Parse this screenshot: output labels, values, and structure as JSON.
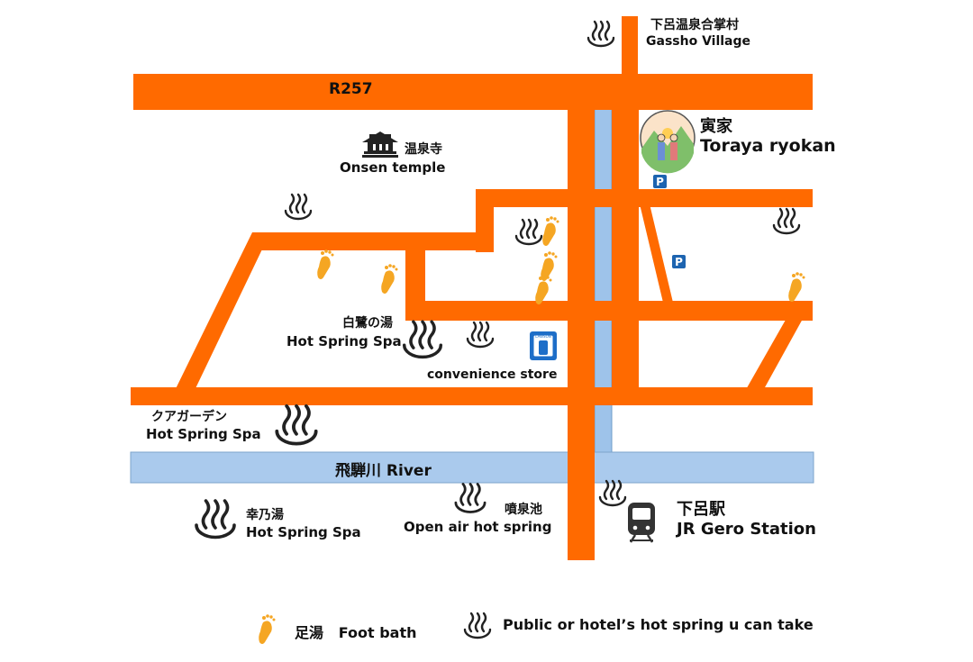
{
  "colors": {
    "road": "#ff6a00",
    "river": "#9ec3ea",
    "parking": "#1d64b0",
    "footbath": "#f5a623"
  },
  "road": {
    "name": "R257"
  },
  "river": {
    "name": "飛騨川 River"
  },
  "places": {
    "gassho": {
      "jp": "下呂温泉合掌村",
      "en": "Gassho Village",
      "icon": "hot-spring-icon"
    },
    "toraya": {
      "jp": "寅家",
      "en": "Toraya ryokan",
      "icon": "ryokan-logo-icon"
    },
    "temple": {
      "jp": "温泉寺",
      "en": "Onsen temple",
      "icon": "temple-icon"
    },
    "shirasagi": {
      "jp": "白鷺の湯",
      "en": "Hot Spring Spa",
      "icon": "hot-spring-icon"
    },
    "kurgarden": {
      "jp": "クアガーデン",
      "en": "Hot Spring Spa",
      "icon": "hot-spring-icon"
    },
    "convenience": {
      "en": "convenience store",
      "icon": "lawson-store-icon",
      "logo_text": "LAWSON"
    },
    "kounoyu": {
      "jp": "幸乃湯",
      "en": "Hot Spring Spa",
      "icon": "hot-spring-icon"
    },
    "funsenchi": {
      "jp": "噴泉池",
      "en": "Open air hot spring",
      "icon": "hot-spring-icon"
    },
    "station": {
      "jp": "下呂駅",
      "en": "JR Gero  Station",
      "icon": "train-icon"
    }
  },
  "parking": {
    "label": "P",
    "icon": "parking-icon"
  },
  "legend": {
    "foot_bath": {
      "jp": "足湯",
      "en": "Foot bath",
      "icon": "foot-bath-icon"
    },
    "public_spring": {
      "label": "Public or hotel’s hot spring u can take",
      "icon": "hot-spring-icon"
    }
  }
}
